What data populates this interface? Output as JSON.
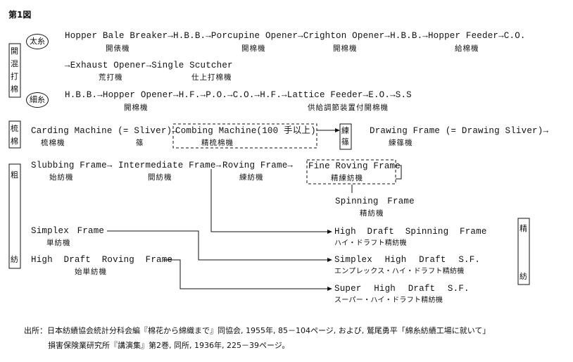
{
  "figure_label": "第1図",
  "categories": {
    "kaikon_1": "開",
    "kaikon_2": "混",
    "kaikon_3": "打",
    "kaikon_4": "棉",
    "ryumen_1": "梳",
    "ryumen_2": "棉",
    "renjo_1": "練",
    "renjo_2": "篠",
    "soboseki_1": "粗",
    "soboseki_2": "紡",
    "seiboseki_1": "精",
    "seiboseki_2": "紡"
  },
  "markers": {
    "futoito": "太糸",
    "hosoito": "細糸"
  },
  "row1": {
    "en": "Hopper Bale Breaker→H.B.B.→Porcupine Opener→Crighton Opener→H.B.B.→Hopper Feeder→C.O.",
    "ja_1": "開俵機",
    "ja_2": "開棉機",
    "ja_3": "開棉機",
    "ja_4": "給棉機"
  },
  "row2": {
    "en": "→Exhaust Opener→Single Scutcher",
    "ja_1": "荒打機",
    "ja_2": "仕上打棉機"
  },
  "row3": {
    "en": "H.B.B.→Hopper Opener→H.F.→P.O.→C.O.→H.F.→Lattice Feeder→E.O.→S.S",
    "ja_1": "開棉機",
    "ja_2": "供給調節装置付開棉機"
  },
  "carding": {
    "en_1": "Carding Machine (= Sliver)→",
    "ja_1": "梳棉機",
    "ja_1b": "篠",
    "en_2": "Combing Machine(100 手以上)",
    "ja_2": "精梳棉機",
    "en_3": "Drawing Frame (= Drawing Sliver)→",
    "ja_3": "練篠機"
  },
  "roving": {
    "slubbing": "Slubbing Frame→",
    "slubbing_ja": "始紡機",
    "intermediate": "Intermediate Frame→",
    "intermediate_ja": "間紡機",
    "roving": "Roving Frame→",
    "roving_ja": "練紡機",
    "fine": "Fine Roving Frame",
    "fine_ja": "精練紡機",
    "spinning": "Spinning Frame",
    "spinning_ja": "精紡機"
  },
  "lower": {
    "simplex": "Simplex Frame",
    "simplex_ja": "単紡機",
    "hdrf": "High Draft Roving Frame",
    "hdrf_ja": "始単紡機",
    "hdsf": "High Draft Spinning Frame",
    "hdsf_ja": "ハイ・ドラフト精紡機",
    "shdsf": "Simplex High Draft S.F.",
    "shdsf_ja": "エンプレックス・ハイ・ドラフト精紡機",
    "suhdsf": "Super High Draft S.F.",
    "suhdsf_ja": "スーパー・ハイ・ドラフト精紡機"
  },
  "source": {
    "line1": "出所：日本紡績協会統計分科会編『棉花から綿織まで』同協会, 1955年, 85－104ページ, および, 鷲尾勇平「綿糸紡績工場に就いて」",
    "line2": "損害保険業研究所『講演集』第2巻, 同所, 1936年, 225－39ページ。"
  }
}
